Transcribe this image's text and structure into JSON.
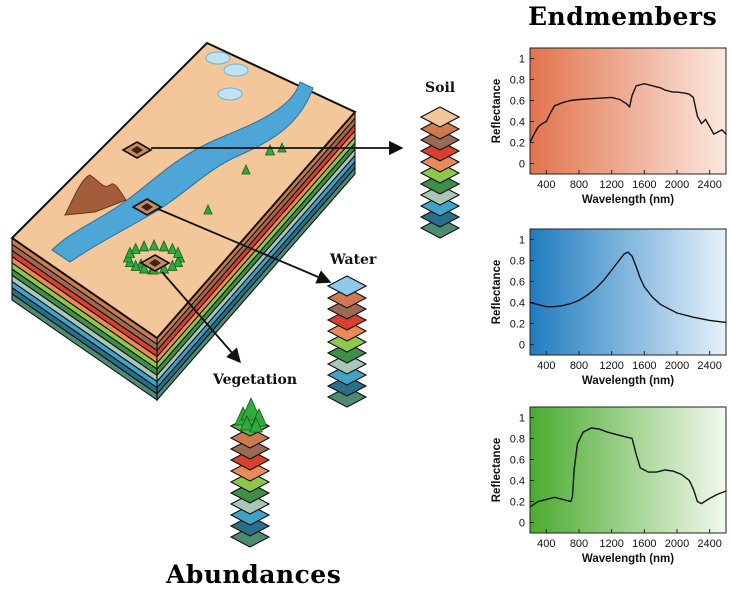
{
  "titles": {
    "endmembers": "Endmembers",
    "abundances": "Abundances"
  },
  "labels": {
    "soil": "Soil",
    "water": "Water",
    "vegetation": "Vegetation"
  },
  "colors": {
    "ground": "#f3c79a",
    "river": "#4ea6d6",
    "vegetation": "#2faa3c",
    "layers": [
      "#cf7a4e",
      "#9b6a52",
      "#d84030",
      "#e88a5a",
      "#8ec84a",
      "#3f8f4a",
      "#a9c7b8",
      "#3fa3c8",
      "#2a6f8a",
      "#4d8b73"
    ]
  },
  "chart_data": [
    {
      "type": "line",
      "name": "soil",
      "xlabel": "Wavelength (nm)",
      "ylabel": "Reflectance",
      "xlim": [
        200,
        2600
      ],
      "ylim": [
        -0.1,
        1.1
      ],
      "xticks": [
        400,
        800,
        1200,
        1600,
        2000,
        2400
      ],
      "yticks": [
        0,
        0.2,
        0.4,
        0.6,
        0.8,
        1
      ],
      "gradient": [
        "#e2744e",
        "#fbe8df"
      ],
      "x": [
        200,
        250,
        300,
        350,
        400,
        450,
        500,
        600,
        700,
        800,
        1000,
        1200,
        1300,
        1380,
        1420,
        1450,
        1500,
        1600,
        1700,
        1800,
        1850,
        1900,
        1950,
        2000,
        2100,
        2150,
        2200,
        2250,
        2300,
        2350,
        2400,
        2450,
        2500,
        2550,
        2600
      ],
      "y": [
        0.2,
        0.28,
        0.35,
        0.38,
        0.4,
        0.48,
        0.55,
        0.58,
        0.6,
        0.61,
        0.62,
        0.63,
        0.61,
        0.57,
        0.54,
        0.65,
        0.74,
        0.76,
        0.74,
        0.72,
        0.7,
        0.69,
        0.68,
        0.68,
        0.67,
        0.66,
        0.63,
        0.45,
        0.38,
        0.42,
        0.35,
        0.28,
        0.3,
        0.32,
        0.28
      ]
    },
    {
      "type": "line",
      "name": "water",
      "xlabel": "Wavelength (nm)",
      "ylabel": "Reflectance",
      "xlim": [
        200,
        2600
      ],
      "ylim": [
        -0.1,
        1.1
      ],
      "xticks": [
        400,
        800,
        1200,
        1600,
        2000,
        2400
      ],
      "yticks": [
        0,
        0.2,
        0.4,
        0.6,
        0.8,
        1
      ],
      "gradient": [
        "#1f7cc0",
        "#e6f2fb"
      ],
      "x": [
        200,
        300,
        400,
        500,
        600,
        700,
        800,
        900,
        1000,
        1100,
        1200,
        1300,
        1350,
        1400,
        1450,
        1500,
        1550,
        1600,
        1700,
        1800,
        2000,
        2200,
        2400,
        2600
      ],
      "y": [
        0.4,
        0.38,
        0.36,
        0.36,
        0.37,
        0.39,
        0.42,
        0.47,
        0.53,
        0.61,
        0.71,
        0.81,
        0.86,
        0.88,
        0.84,
        0.74,
        0.63,
        0.55,
        0.45,
        0.38,
        0.3,
        0.26,
        0.23,
        0.21
      ]
    },
    {
      "type": "line",
      "name": "vegetation",
      "xlabel": "Wavelength (nm)",
      "ylabel": "Reflectance",
      "xlim": [
        200,
        2600
      ],
      "ylim": [
        -0.1,
        1.1
      ],
      "xticks": [
        400,
        800,
        1200,
        1600,
        2000,
        2400
      ],
      "yticks": [
        0,
        0.2,
        0.4,
        0.6,
        0.8,
        1
      ],
      "gradient": [
        "#4aab2e",
        "#f3f9ee"
      ],
      "x": [
        200,
        300,
        400,
        500,
        600,
        700,
        720,
        740,
        780,
        850,
        950,
        1050,
        1150,
        1250,
        1350,
        1450,
        1500,
        1550,
        1650,
        1750,
        1850,
        1950,
        2050,
        2150,
        2200,
        2250,
        2300,
        2400,
        2500,
        2600
      ],
      "y": [
        0.15,
        0.2,
        0.22,
        0.24,
        0.22,
        0.2,
        0.25,
        0.5,
        0.75,
        0.86,
        0.9,
        0.89,
        0.86,
        0.84,
        0.82,
        0.8,
        0.65,
        0.52,
        0.48,
        0.48,
        0.5,
        0.49,
        0.46,
        0.4,
        0.32,
        0.2,
        0.18,
        0.23,
        0.27,
        0.3
      ]
    }
  ]
}
